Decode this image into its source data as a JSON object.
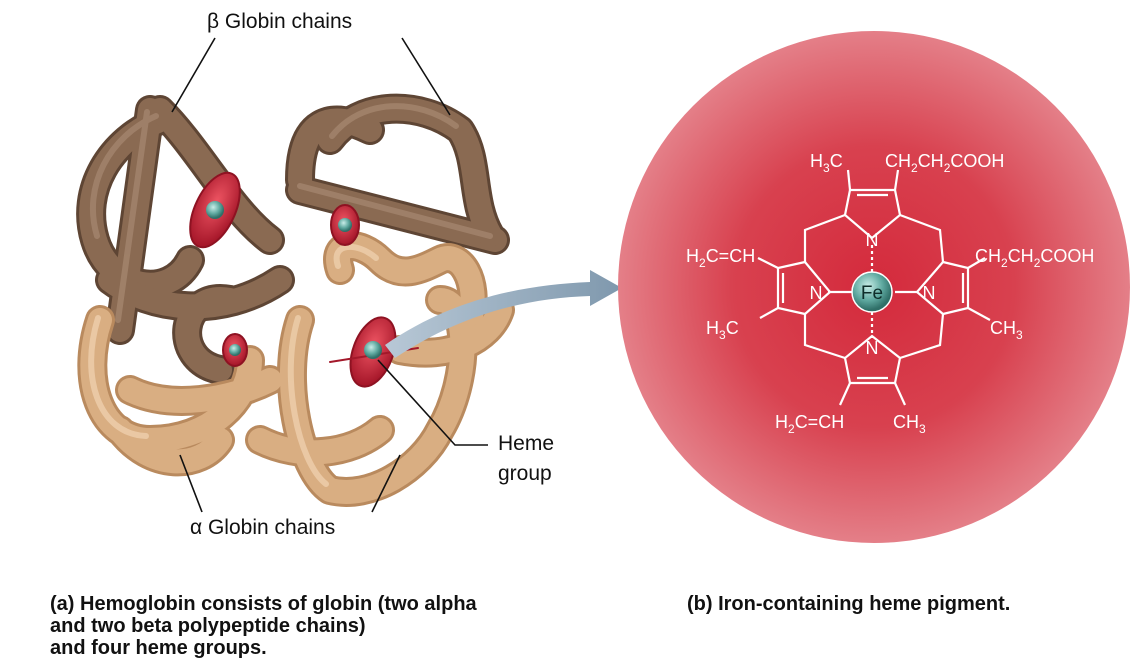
{
  "labels": {
    "beta_chains": "β Globin chains",
    "alpha_chains": "α Globin chains",
    "heme_group_line1": "Heme",
    "heme_group_line2": "group"
  },
  "heme_structure": {
    "center_atom": "Fe",
    "nitrogen": "N",
    "top_left_group": {
      "main": "H",
      "sub": "3",
      "tail": "C"
    },
    "top_right_group": {
      "a": "CH",
      "s1": "2",
      "b": "CH",
      "s2": "2",
      "c": "COOH"
    },
    "right_upper_group": {
      "a": "CH",
      "s1": "2",
      "b": "CH",
      "s2": "2",
      "c": "COOH"
    },
    "right_lower_group": {
      "a": "CH",
      "s1": "3"
    },
    "left_upper_group": {
      "a": "H",
      "s1": "2",
      "b": "C=CH"
    },
    "left_lower_group": {
      "a": "H",
      "s1": "3",
      "b": "C"
    },
    "bottom_left_group": {
      "a": "H",
      "s1": "2",
      "b": "C=CH"
    },
    "bottom_right_group": {
      "a": "CH",
      "s1": "3"
    }
  },
  "captions": {
    "a": [
      "(a) Hemoglobin consists of globin (two alpha",
      "and two beta polypeptide chains)",
      "and four heme groups."
    ],
    "b": "(b) Iron-containing heme pigment."
  },
  "colors": {
    "beta_chain": "#8a6a52",
    "alpha_chain": "#d9ae82",
    "heme": "#c8283a",
    "iron": "#5fa9a0",
    "circle_center": "#d42a3c",
    "circle_edge": "#e07d86",
    "arrow": "#8fa5b8"
  }
}
